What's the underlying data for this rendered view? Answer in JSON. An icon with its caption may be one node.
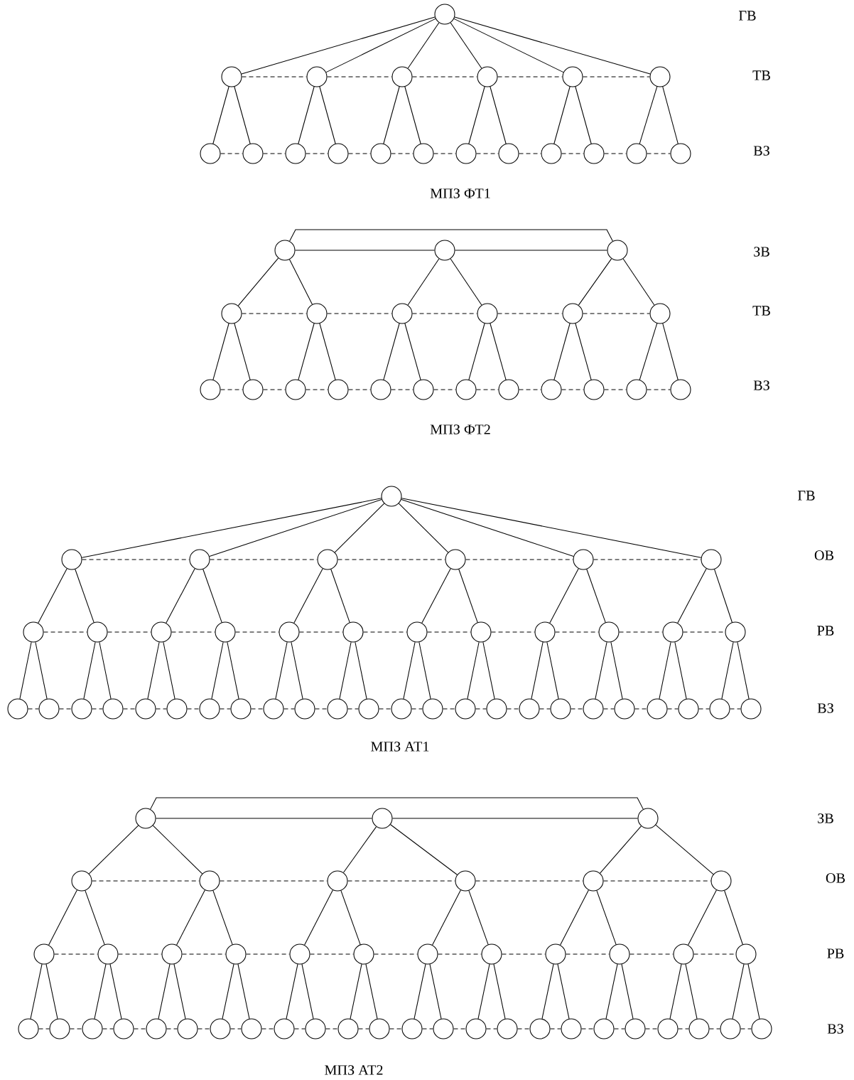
{
  "diagram": {
    "nodes": [
      {
        "text": [],
        "shape": "circle"
      },
      {
        "text": [],
        "shape": "circle"
      },
      {
        "text": [],
        "shape": "circle"
      },
      {
        "text": [],
        "shape": "circle"
      },
      {
        "text": [],
        "shape": "circle"
      },
      {
        "text": [],
        "shape": "circle"
      },
      {
        "text": [],
        "shape": "circle"
      },
      {
        "text": [],
        "shape": "circle"
      },
      {
        "text": [],
        "shape": "circle"
      },
      {
        "text": [],
        "shape": "circle"
      },
      {
        "text": [],
        "shape": "circle"
      },
      {
        "text": [],
        "shape": "circle"
      },
      {
        "text": [],
        "shape": "circle"
      },
      {
        "text": [],
        "shape": "circle"
      },
      {
        "text": [],
        "shape": "circle"
      },
      {
        "text": [],
        "shape": "circle"
      },
      {
        "text": [],
        "shape": "circle"
      },
      {
        "text": [],
        "shape": "circle"
      },
      {
        "text": [],
        "shape": "circle"
      },
      {
        "text": [],
        "shape": "circle"
      },
      {
        "text": [],
        "shape": "circle"
      },
      {
        "text": [],
        "shape": "circle"
      },
      {
        "text": [],
        "shape": "circle"
      },
      {
        "text": [],
        "shape": "circle"
      },
      {
        "text": [],
        "shape": "circle"
      },
      {
        "text": [],
        "shape": "circle"
      },
      {
        "text": [],
        "shape": "circle"
      },
      {
        "text": [],
        "shape": "circle"
      },
      {
        "text": [],
        "shape": "circle"
      },
      {
        "text": [],
        "shape": "circle"
      },
      {
        "text": [],
        "shape": "circle"
      },
      {
        "text": [],
        "shape": "circle"
      },
      {
        "text": [],
        "shape": "circle"
      },
      {
        "text": [],
        "shape": "circle"
      },
      {
        "text": [],
        "shape": "circle"
      },
      {
        "text": [],
        "shape": "circle"
      },
      {
        "text": [],
        "shape": "circle"
      },
      {
        "text": [],
        "shape": "circle"
      },
      {
        "text": [],
        "shape": "circle"
      },
      {
        "text": [],
        "shape": "circle"
      },
      {
        "text": [],
        "shape": "circle"
      },
      {
        "text": [],
        "shape": "circle"
      },
      {
        "text": [],
        "shape": "circle"
      },
      {
        "text": [],
        "shape": "circle"
      },
      {
        "text": [],
        "shape": "circle"
      },
      {
        "text": [],
        "shape": "circle"
      },
      {
        "text": [],
        "shape": "circle"
      },
      {
        "text": [],
        "shape": "circle"
      },
      {
        "text": [],
        "shape": "circle"
      },
      {
        "text": [],
        "shape": "circle"
      },
      {
        "text": [],
        "shape": "circle"
      },
      {
        "text": [],
        "shape": "circle"
      },
      {
        "text": [],
        "shape": "circle"
      },
      {
        "text": [],
        "shape": "circle"
      },
      {
        "text": [],
        "shape": "circle"
      },
      {
        "text": [],
        "shape": "circle"
      },
      {
        "text": [],
        "shape": "circle"
      },
      {
        "text": [],
        "shape": "circle"
      },
      {
        "text": [],
        "shape": "circle"
      },
      {
        "text": [],
        "shape": "circle"
      },
      {
        "text": [],
        "shape": "circle"
      },
      {
        "text": [],
        "shape": "circle"
      },
      {
        "text": [],
        "shape": "circle"
      },
      {
        "text": [],
        "shape": "circle"
      },
      {
        "text": [],
        "shape": "circle"
      },
      {
        "text": [],
        "shape": "circle"
      },
      {
        "text": [],
        "shape": "circle"
      },
      {
        "text": [],
        "shape": "circle"
      },
      {
        "text": [],
        "shape": "circle"
      },
      {
        "text": [],
        "shape": "circle"
      },
      {
        "text": [],
        "shape": "circle"
      },
      {
        "text": [],
        "shape": "circle"
      },
      {
        "text": [],
        "shape": "circle"
      },
      {
        "text": [],
        "shape": "circle"
      },
      {
        "text": [],
        "shape": "circle"
      },
      {
        "text": [],
        "shape": "circle"
      },
      {
        "text": [],
        "shape": "circle"
      },
      {
        "text": [],
        "shape": "circle"
      },
      {
        "text": [],
        "shape": "circle"
      },
      {
        "text": [],
        "shape": "circle"
      },
      {
        "text": [],
        "shape": "circle"
      },
      {
        "text": [],
        "shape": "circle"
      },
      {
        "text": [],
        "shape": "circle"
      },
      {
        "text": [],
        "shape": "circle"
      },
      {
        "text": [],
        "shape": "circle"
      },
      {
        "text": [],
        "shape": "circle"
      },
      {
        "text": [],
        "shape": "circle"
      },
      {
        "text": [],
        "shape": "circle"
      },
      {
        "text": [],
        "shape": "circle"
      },
      {
        "text": [],
        "shape": "circle"
      },
      {
        "text": [],
        "shape": "circle"
      },
      {
        "text": [],
        "shape": "circle"
      },
      {
        "text": [],
        "shape": "circle"
      },
      {
        "text": [],
        "shape": "circle"
      },
      {
        "text": [],
        "shape": "circle"
      },
      {
        "text": [],
        "shape": "circle"
      },
      {
        "text": [],
        "shape": "circle"
      },
      {
        "text": [],
        "shape": "circle"
      },
      {
        "text": [],
        "shape": "circle"
      },
      {
        "text": [],
        "shape": "circle"
      },
      {
        "text": [],
        "shape": "circle"
      },
      {
        "text": [],
        "shape": "circle"
      },
      {
        "text": [],
        "shape": "circle"
      },
      {
        "text": [],
        "shape": "circle"
      },
      {
        "text": [],
        "shape": "circle"
      },
      {
        "text": [],
        "shape": "circle"
      },
      {
        "text": [],
        "shape": "circle"
      },
      {
        "text": [],
        "shape": "circle"
      },
      {
        "text": [],
        "shape": "circle"
      },
      {
        "text": [],
        "shape": "circle"
      },
      {
        "text": [],
        "shape": "circle"
      },
      {
        "text": [],
        "shape": "circle"
      },
      {
        "text": [],
        "shape": "circle"
      },
      {
        "text": [],
        "shape": "circle"
      },
      {
        "text": [],
        "shape": "circle"
      },
      {
        "text": [],
        "shape": "circle"
      },
      {
        "text": [],
        "shape": "circle"
      },
      {
        "text": [],
        "shape": "circle"
      },
      {
        "text": [],
        "shape": "circle"
      },
      {
        "text": [],
        "shape": "circle"
      },
      {
        "text": [],
        "shape": "circle"
      },
      {
        "text": [],
        "shape": "circle"
      },
      {
        "text": [],
        "shape": "circle"
      },
      {
        "text": [],
        "shape": "circle"
      },
      {
        "text": [],
        "shape": "circle"
      },
      {
        "text": [],
        "shape": "circle"
      },
      {
        "text": [],
        "shape": "circle"
      },
      {
        "text": [],
        "shape": "circle"
      }
    ],
    "edges": [
      {
        "from": 0,
        "to": 1,
        "arrow": "none"
      },
      {
        "from": 0,
        "to": 2,
        "arrow": "none"
      },
      {
        "from": 0,
        "to": 3,
        "arrow": "none"
      },
      {
        "from": 0,
        "to": 4,
        "arrow": "none"
      },
      {
        "from": 0,
        "to": 5,
        "arrow": "none"
      },
      {
        "from": 0,
        "to": 6,
        "arrow": "none"
      },
      {
        "from": 1,
        "to": 2,
        "arrow": "none",
        "style": "dashed"
      },
      {
        "from": 2,
        "to": 3,
        "arrow": "none",
        "style": "dashed"
      },
      {
        "from": 3,
        "to": 4,
        "arrow": "none",
        "style": "dashed"
      },
      {
        "from": 4,
        "to": 5,
        "arrow": "none",
        "style": "dashed"
      },
      {
        "from": 5,
        "to": 6,
        "arrow": "none",
        "style": "dashed"
      },
      {
        "from": 1,
        "to": 7,
        "arrow": "none"
      },
      {
        "from": 1,
        "to": 8,
        "arrow": "none"
      },
      {
        "from": 2,
        "to": 9,
        "arrow": "none"
      },
      {
        "from": 2,
        "to": 10,
        "arrow": "none"
      },
      {
        "from": 3,
        "to": 11,
        "arrow": "none"
      },
      {
        "from": 3,
        "to": 12,
        "arrow": "none"
      },
      {
        "from": 4,
        "to": 13,
        "arrow": "none"
      },
      {
        "from": 4,
        "to": 14,
        "arrow": "none"
      },
      {
        "from": 5,
        "to": 15,
        "arrow": "none"
      },
      {
        "from": 5,
        "to": 16,
        "arrow": "none"
      },
      {
        "from": 6,
        "to": 17,
        "arrow": "none"
      },
      {
        "from": 6,
        "to": 18,
        "arrow": "none"
      },
      {
        "from": 7,
        "to": 8,
        "arrow": "none",
        "style": "dashed"
      },
      {
        "from": 8,
        "to": 9,
        "arrow": "none",
        "style": "dashed"
      },
      {
        "from": 9,
        "to": 10,
        "arrow": "none",
        "style": "dashed"
      },
      {
        "from": 10,
        "to": 11,
        "arrow": "none",
        "style": "dashed"
      },
      {
        "from": 11,
        "to": 12,
        "arrow": "none",
        "style": "dashed"
      },
      {
        "from": 12,
        "to": 13,
        "arrow": "none",
        "style": "dashed"
      },
      {
        "from": 13,
        "to": 14,
        "arrow": "none",
        "style": "dashed"
      },
      {
        "from": 14,
        "to": 15,
        "arrow": "none",
        "style": "dashed"
      },
      {
        "from": 15,
        "to": 16,
        "arrow": "none",
        "style": "dashed"
      },
      {
        "from": 16,
        "to": 17,
        "arrow": "none",
        "style": "dashed"
      },
      {
        "from": 17,
        "to": 18,
        "arrow": "none",
        "style": "dashed"
      },
      {
        "from": 19,
        "to": 21,
        "arrow": "none"
      },
      {
        "from": 19,
        "to": 20,
        "arrow": "none"
      },
      {
        "from": 20,
        "to": 21,
        "arrow": "none"
      },
      {
        "from": 19,
        "to": 22,
        "arrow": "none"
      },
      {
        "from": 19,
        "to": 23,
        "arrow": "none"
      },
      {
        "from": 20,
        "to": 24,
        "arrow": "none"
      },
      {
        "from": 20,
        "to": 25,
        "arrow": "none"
      },
      {
        "from": 21,
        "to": 26,
        "arrow": "none"
      },
      {
        "from": 21,
        "to": 27,
        "arrow": "none"
      },
      {
        "from": 22,
        "to": 23,
        "arrow": "none",
        "style": "dashed"
      },
      {
        "from": 23,
        "to": 24,
        "arrow": "none",
        "style": "dashed"
      },
      {
        "from": 24,
        "to": 25,
        "arrow": "none",
        "style": "dashed"
      },
      {
        "from": 25,
        "to": 26,
        "arrow": "none",
        "style": "dashed"
      },
      {
        "from": 26,
        "to": 27,
        "arrow": "none",
        "style": "dashed"
      },
      {
        "from": 22,
        "to": 28,
        "arrow": "none"
      },
      {
        "from": 22,
        "to": 29,
        "arrow": "none"
      },
      {
        "from": 23,
        "to": 30,
        "arrow": "none"
      },
      {
        "from": 23,
        "to": 31,
        "arrow": "none"
      },
      {
        "from": 24,
        "to": 32,
        "arrow": "none"
      },
      {
        "from": 24,
        "to": 33,
        "arrow": "none"
      },
      {
        "from": 25,
        "to": 34,
        "arrow": "none"
      },
      {
        "from": 25,
        "to": 35,
        "arrow": "none"
      },
      {
        "from": 26,
        "to": 36,
        "arrow": "none"
      },
      {
        "from": 26,
        "to": 37,
        "arrow": "none"
      },
      {
        "from": 27,
        "to": 38,
        "arrow": "none"
      },
      {
        "from": 27,
        "to": 39,
        "arrow": "none"
      },
      {
        "from": 28,
        "to": 29,
        "arrow": "none",
        "style": "dashed"
      },
      {
        "from": 29,
        "to": 30,
        "arrow": "none",
        "style": "dashed"
      },
      {
        "from": 30,
        "to": 31,
        "arrow": "none",
        "style": "dashed"
      },
      {
        "from": 31,
        "to": 32,
        "arrow": "none",
        "style": "dashed"
      },
      {
        "from": 32,
        "to": 33,
        "arrow": "none",
        "style": "dashed"
      },
      {
        "from": 33,
        "to": 34,
        "arrow": "none",
        "style": "dashed"
      },
      {
        "from": 34,
        "to": 35,
        "arrow": "none",
        "style": "dashed"
      },
      {
        "from": 35,
        "to": 36,
        "arrow": "none",
        "style": "dashed"
      },
      {
        "from": 36,
        "to": 37,
        "arrow": "none",
        "style": "dashed"
      },
      {
        "from": 37,
        "to": 38,
        "arrow": "none",
        "style": "dashed"
      },
      {
        "from": 38,
        "to": 39,
        "arrow": "none",
        "style": "dashed"
      },
      {
        "from": 40,
        "to": 41,
        "arrow": "none"
      },
      {
        "from": 40,
        "to": 42,
        "arrow": "none"
      },
      {
        "from": 40,
        "to": 43,
        "arrow": "none"
      },
      {
        "from": 40,
        "to": 44,
        "arrow": "none"
      },
      {
        "from": 40,
        "to": 45,
        "arrow": "none"
      },
      {
        "from": 40,
        "to": 46,
        "arrow": "none"
      },
      {
        "from": 41,
        "to": 42,
        "arrow": "none",
        "style": "dashed"
      },
      {
        "from": 42,
        "to": 43,
        "arrow": "none",
        "style": "dashed"
      },
      {
        "from": 43,
        "to": 44,
        "arrow": "none",
        "style": "dashed"
      },
      {
        "from": 44,
        "to": 45,
        "arrow": "none",
        "style": "dashed"
      },
      {
        "from": 45,
        "to": 46,
        "arrow": "none",
        "style": "dashed"
      },
      {
        "from": 41,
        "to": 47,
        "arrow": "none"
      },
      {
        "from": 41,
        "to": 48,
        "arrow": "none"
      },
      {
        "from": 42,
        "to": 49,
        "arrow": "none"
      },
      {
        "from": 42,
        "to": 50,
        "arrow": "none"
      },
      {
        "from": 43,
        "to": 51,
        "arrow": "none"
      },
      {
        "from": 43,
        "to": 52,
        "arrow": "none"
      },
      {
        "from": 44,
        "to": 53,
        "arrow": "none"
      },
      {
        "from": 44,
        "to": 54,
        "arrow": "none"
      },
      {
        "from": 45,
        "to": 55,
        "arrow": "none"
      },
      {
        "from": 45,
        "to": 56,
        "arrow": "none"
      },
      {
        "from": 46,
        "to": 57,
        "arrow": "none"
      },
      {
        "from": 46,
        "to": 58,
        "arrow": "none"
      },
      {
        "from": 47,
        "to": 48,
        "arrow": "none",
        "style": "dashed"
      },
      {
        "from": 48,
        "to": 49,
        "arrow": "none",
        "style": "dashed"
      },
      {
        "from": 49,
        "to": 50,
        "arrow": "none",
        "style": "dashed"
      },
      {
        "from": 50,
        "to": 51,
        "arrow": "none",
        "style": "dashed"
      },
      {
        "from": 51,
        "to": 52,
        "arrow": "none",
        "style": "dashed"
      },
      {
        "from": 52,
        "to": 53,
        "arrow": "none",
        "style": "dashed"
      },
      {
        "from": 53,
        "to": 54,
        "arrow": "none",
        "style": "dashed"
      },
      {
        "from": 54,
        "to": 55,
        "arrow": "none",
        "style": "dashed"
      },
      {
        "from": 55,
        "to": 56,
        "arrow": "none",
        "style": "dashed"
      },
      {
        "from": 56,
        "to": 57,
        "arrow": "none",
        "style": "dashed"
      },
      {
        "from": 57,
        "to": 58,
        "arrow": "none",
        "style": "dashed"
      },
      {
        "from": 47,
        "to": 59,
        "arrow": "none"
      },
      {
        "from": 47,
        "to": 60,
        "arrow": "none"
      },
      {
        "from": 48,
        "to": 61,
        "arrow": "none"
      },
      {
        "from": 48,
        "to": 62,
        "arrow": "none"
      },
      {
        "from": 49,
        "to": 63,
        "arrow": "none"
      },
      {
        "from": 49,
        "to": 64,
        "arrow": "none"
      },
      {
        "from": 50,
        "to": 65,
        "arrow": "none"
      },
      {
        "from": 50,
        "to": 66,
        "arrow": "none"
      },
      {
        "from": 51,
        "to": 67,
        "arrow": "none"
      },
      {
        "from": 51,
        "to": 68,
        "arrow": "none"
      },
      {
        "from": 52,
        "to": 69,
        "arrow": "none"
      },
      {
        "from": 52,
        "to": 70,
        "arrow": "none"
      },
      {
        "from": 53,
        "to": 71,
        "arrow": "none"
      },
      {
        "from": 53,
        "to": 72,
        "arrow": "none"
      },
      {
        "from": 54,
        "to": 73,
        "arrow": "none"
      },
      {
        "from": 54,
        "to": 74,
        "arrow": "none"
      },
      {
        "from": 55,
        "to": 75,
        "arrow": "none"
      },
      {
        "from": 55,
        "to": 76,
        "arrow": "none"
      },
      {
        "from": 56,
        "to": 77,
        "arrow": "none"
      },
      {
        "from": 56,
        "to": 78,
        "arrow": "none"
      },
      {
        "from": 57,
        "to": 79,
        "arrow": "none"
      },
      {
        "from": 57,
        "to": 80,
        "arrow": "none"
      },
      {
        "from": 58,
        "to": 81,
        "arrow": "none"
      },
      {
        "from": 58,
        "to": 82,
        "arrow": "none"
      },
      {
        "from": 59,
        "to": 60,
        "arrow": "none",
        "style": "dashed"
      },
      {
        "from": 60,
        "to": 61,
        "arrow": "none",
        "style": "dashed"
      },
      {
        "from": 61,
        "to": 62,
        "arrow": "none",
        "style": "dashed"
      },
      {
        "from": 62,
        "to": 63,
        "arrow": "none",
        "style": "dashed"
      },
      {
        "from": 63,
        "to": 64,
        "arrow": "none",
        "style": "dashed"
      },
      {
        "from": 64,
        "to": 65,
        "arrow": "none",
        "style": "dashed"
      },
      {
        "from": 65,
        "to": 66,
        "arrow": "none",
        "style": "dashed"
      },
      {
        "from": 66,
        "to": 67,
        "arrow": "none",
        "style": "dashed"
      },
      {
        "from": 67,
        "to": 68,
        "arrow": "none",
        "style": "dashed"
      },
      {
        "from": 68,
        "to": 69,
        "arrow": "none",
        "style": "dashed"
      },
      {
        "from": 69,
        "to": 70,
        "arrow": "none",
        "style": "dashed"
      },
      {
        "from": 70,
        "to": 71,
        "arrow": "none",
        "style": "dashed"
      },
      {
        "from": 71,
        "to": 72,
        "arrow": "none",
        "style": "dashed"
      },
      {
        "from": 72,
        "to": 73,
        "arrow": "none",
        "style": "dashed"
      },
      {
        "from": 73,
        "to": 74,
        "arrow": "none",
        "style": "dashed"
      },
      {
        "from": 74,
        "to": 75,
        "arrow": "none",
        "style": "dashed"
      },
      {
        "from": 75,
        "to": 76,
        "arrow": "none",
        "style": "dashed"
      },
      {
        "from": 76,
        "to": 77,
        "arrow": "none",
        "style": "dashed"
      },
      {
        "from": 77,
        "to": 78,
        "arrow": "none",
        "style": "dashed"
      },
      {
        "from": 78,
        "to": 79,
        "arrow": "none",
        "style": "dashed"
      },
      {
        "from": 79,
        "to": 80,
        "arrow": "none",
        "style": "dashed"
      },
      {
        "from": 80,
        "to": 81,
        "arrow": "none",
        "style": "dashed"
      },
      {
        "from": 81,
        "to": 82,
        "arrow": "none",
        "style": "dashed"
      },
      {
        "from": 83,
        "to": 85,
        "arrow": "none"
      },
      {
        "from": 83,
        "to": 84,
        "arrow": "none"
      },
      {
        "from": 84,
        "to": 85,
        "arrow": "none"
      },
      {
        "from": 83,
        "to": 86,
        "arrow": "none"
      },
      {
        "from": 83,
        "to": 87,
        "arrow": "none"
      },
      {
        "from": 84,
        "to": 88,
        "arrow": "none"
      },
      {
        "from": 84,
        "to": 89,
        "arrow": "none"
      },
      {
        "from": 85,
        "to": 90,
        "arrow": "none"
      },
      {
        "from": 85,
        "to": 91,
        "arrow": "none"
      },
      {
        "from": 86,
        "to": 87,
        "arrow": "none",
        "style": "dashed"
      },
      {
        "from": 87,
        "to": 88,
        "arrow": "none",
        "style": "dashed"
      },
      {
        "from": 88,
        "to": 89,
        "arrow": "none",
        "style": "dashed"
      },
      {
        "from": 89,
        "to": 90,
        "arrow": "none",
        "style": "dashed"
      },
      {
        "from": 90,
        "to": 91,
        "arrow": "none",
        "style": "dashed"
      },
      {
        "from": 86,
        "to": 92,
        "arrow": "none"
      },
      {
        "from": 86,
        "to": 93,
        "arrow": "none"
      },
      {
        "from": 87,
        "to": 94,
        "arrow": "none"
      },
      {
        "from": 87,
        "to": 95,
        "arrow": "none"
      },
      {
        "from": 88,
        "to": 96,
        "arrow": "none"
      },
      {
        "from": 88,
        "to": 97,
        "arrow": "none"
      },
      {
        "from": 89,
        "to": 98,
        "arrow": "none"
      },
      {
        "from": 89,
        "to": 99,
        "arrow": "none"
      },
      {
        "from": 90,
        "to": 100,
        "arrow": "none"
      },
      {
        "from": 90,
        "to": 101,
        "arrow": "none"
      },
      {
        "from": 91,
        "to": 102,
        "arrow": "none"
      },
      {
        "from": 91,
        "to": 103,
        "arrow": "none"
      },
      {
        "from": 92,
        "to": 93,
        "arrow": "none",
        "style": "dashed"
      },
      {
        "from": 93,
        "to": 94,
        "arrow": "none",
        "style": "dashed"
      },
      {
        "from": 94,
        "to": 95,
        "arrow": "none",
        "style": "dashed"
      },
      {
        "from": 95,
        "to": 96,
        "arrow": "none",
        "style": "dashed"
      },
      {
        "from": 96,
        "to": 97,
        "arrow": "none",
        "style": "dashed"
      },
      {
        "from": 97,
        "to": 98,
        "arrow": "none",
        "style": "dashed"
      },
      {
        "from": 98,
        "to": 99,
        "arrow": "none",
        "style": "dashed"
      },
      {
        "from": 99,
        "to": 100,
        "arrow": "none",
        "style": "dashed"
      },
      {
        "from": 100,
        "to": 101,
        "arrow": "none",
        "style": "dashed"
      },
      {
        "from": 101,
        "to": 102,
        "arrow": "none",
        "style": "dashed"
      },
      {
        "from": 102,
        "to": 103,
        "arrow": "none",
        "style": "dashed"
      },
      {
        "from": 92,
        "to": 104,
        "arrow": "none"
      },
      {
        "from": 92,
        "to": 105,
        "arrow": "none"
      },
      {
        "from": 93,
        "to": 106,
        "arrow": "none"
      },
      {
        "from": 93,
        "to": 107,
        "arrow": "none"
      },
      {
        "from": 94,
        "to": 108,
        "arrow": "none"
      },
      {
        "from": 94,
        "to": 109,
        "arrow": "none"
      },
      {
        "from": 95,
        "to": 110,
        "arrow": "none"
      },
      {
        "from": 95,
        "to": 111,
        "arrow": "none"
      },
      {
        "from": 96,
        "to": 112,
        "arrow": "none"
      },
      {
        "from": 96,
        "to": 113,
        "arrow": "none"
      },
      {
        "from": 97,
        "to": 114,
        "arrow": "none"
      },
      {
        "from": 97,
        "to": 115,
        "arrow": "none"
      },
      {
        "from": 98,
        "to": 116,
        "arrow": "none"
      },
      {
        "from": 98,
        "to": 117,
        "arrow": "none"
      },
      {
        "from": 99,
        "to": 118,
        "arrow": "none"
      },
      {
        "from": 99,
        "to": 119,
        "arrow": "none"
      },
      {
        "from": 100,
        "to": 120,
        "arrow": "none"
      },
      {
        "from": 100,
        "to": 121,
        "arrow": "none"
      },
      {
        "from": 101,
        "to": 122,
        "arrow": "none"
      },
      {
        "from": 101,
        "to": 123,
        "arrow": "none"
      },
      {
        "from": 102,
        "to": 124,
        "arrow": "none"
      },
      {
        "from": 102,
        "to": 125,
        "arrow": "none"
      },
      {
        "from": 103,
        "to": 126,
        "arrow": "none"
      },
      {
        "from": 103,
        "to": 127,
        "arrow": "none"
      },
      {
        "from": 104,
        "to": 105,
        "arrow": "none",
        "style": "dashed"
      },
      {
        "from": 105,
        "to": 106,
        "arrow": "none",
        "style": "dashed"
      },
      {
        "from": 106,
        "to": 107,
        "arrow": "none",
        "style": "dashed"
      },
      {
        "from": 107,
        "to": 108,
        "arrow": "none",
        "style": "dashed"
      },
      {
        "from": 108,
        "to": 109,
        "arrow": "none",
        "style": "dashed"
      },
      {
        "from": 109,
        "to": 110,
        "arrow": "none",
        "style": "dashed"
      },
      {
        "from": 110,
        "to": 111,
        "arrow": "none",
        "style": "dashed"
      },
      {
        "from": 111,
        "to": 112,
        "arrow": "none",
        "style": "dashed"
      },
      {
        "from": 112,
        "to": 113,
        "arrow": "none",
        "style": "dashed"
      },
      {
        "from": 113,
        "to": 114,
        "arrow": "none",
        "style": "dashed"
      },
      {
        "from": 114,
        "to": 115,
        "arrow": "none",
        "style": "dashed"
      },
      {
        "from": 115,
        "to": 116,
        "arrow": "none",
        "style": "dashed"
      },
      {
        "from": 116,
        "to": 117,
        "arrow": "none",
        "style": "dashed"
      },
      {
        "from": 117,
        "to": 118,
        "arrow": "none",
        "style": "dashed"
      },
      {
        "from": 118,
        "to": 119,
        "arrow": "none",
        "style": "dashed"
      },
      {
        "from": 119,
        "to": 120,
        "arrow": "none",
        "style": "dashed"
      },
      {
        "from": 120,
        "to": 121,
        "arrow": "none",
        "style": "dashed"
      },
      {
        "from": 121,
        "to": 122,
        "arrow": "none",
        "style": "dashed"
      },
      {
        "from": 122,
        "to": 123,
        "arrow": "none",
        "style": "dashed"
      },
      {
        "from": 123,
        "to": 124,
        "arrow": "none",
        "style": "dashed"
      },
      {
        "from": 124,
        "to": 125,
        "arrow": "none",
        "style": "dashed"
      },
      {
        "from": 125,
        "to": 126,
        "arrow": "none",
        "style": "dashed"
      },
      {
        "from": 126,
        "to": 127,
        "arrow": "none",
        "style": "dashed"
      }
    ],
    "labels": [
      "ГВ",
      "ТВ",
      "ВЗ",
      "МПЗ ФТ1",
      "ЗВ",
      "ТВ",
      "ВЗ",
      "МПЗ ФТ2",
      "ГВ",
      "ОВ",
      "РВ",
      "ВЗ",
      "МПЗ АТ1",
      "ЗВ",
      "ОВ",
      "РВ",
      "ВЗ",
      "МПЗ АТ2"
    ]
  }
}
